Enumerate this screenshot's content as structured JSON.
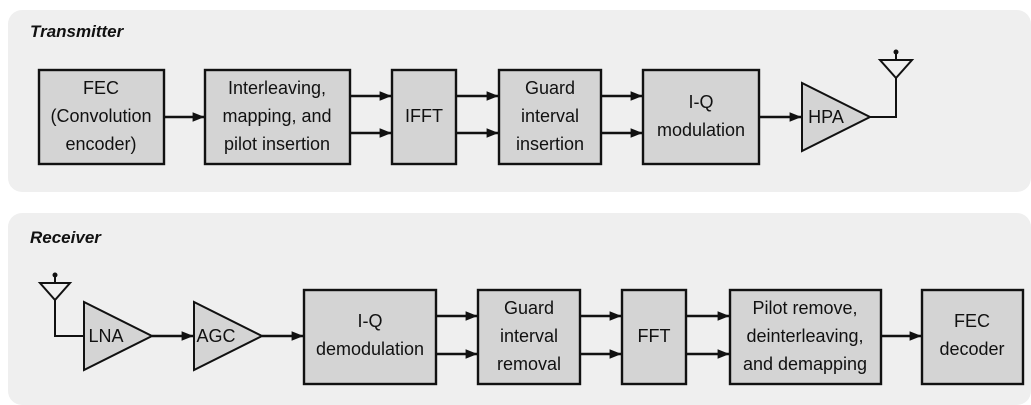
{
  "transmitter": {
    "title": "Transmitter",
    "blocks": {
      "fec": [
        "FEC",
        "(Convolution",
        "encoder)"
      ],
      "interleaving": [
        "Interleaving,",
        "mapping, and",
        "pilot insertion"
      ],
      "ifft": [
        "IFFT"
      ],
      "guard": [
        "Guard",
        "interval",
        "insertion"
      ],
      "iq": [
        "I-Q",
        "modulation"
      ],
      "hpa": [
        "HPA"
      ]
    }
  },
  "receiver": {
    "title": "Receiver",
    "blocks": {
      "lna": [
        "LNA"
      ],
      "agc": [
        "AGC"
      ],
      "iq": [
        "I-Q",
        "demodulation"
      ],
      "guard": [
        "Guard",
        "interval",
        "removal"
      ],
      "fft": [
        "FFT"
      ],
      "pilot": [
        "Pilot remove,",
        "deinterleaving,",
        "and demapping"
      ],
      "fec": [
        "FEC",
        "decoder"
      ]
    }
  }
}
